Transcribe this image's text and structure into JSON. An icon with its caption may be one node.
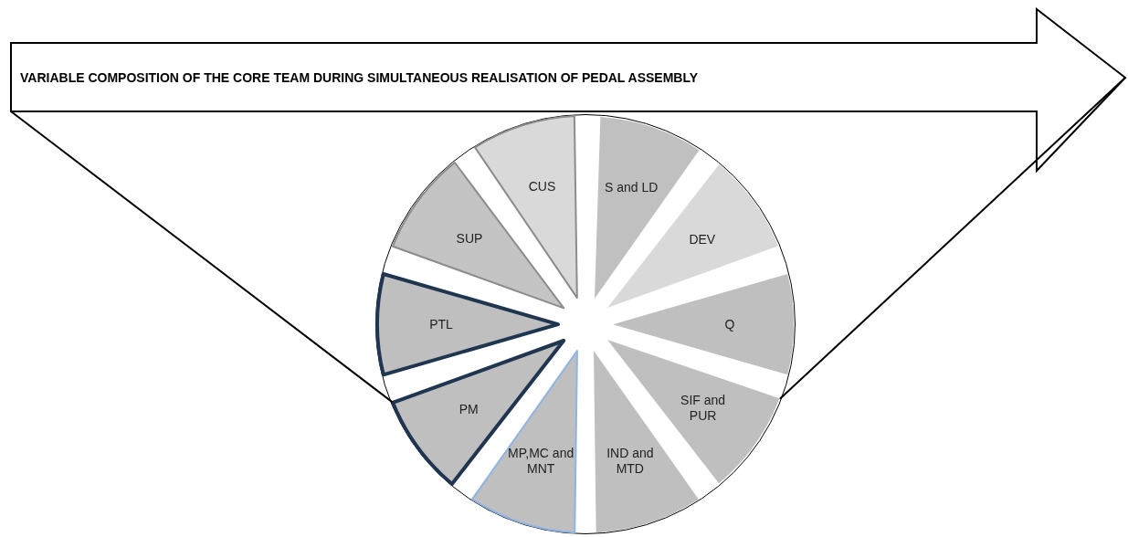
{
  "diagram": {
    "nodes": [
      {
        "text": [
          "VARIABLE COMPOSITION OF THE CORE TEAM DURING SIMULTANEOUS REALISATION OF PEDAL ASSEMBLY"
        ]
      },
      {
        "text": [],
        "shape": "circle"
      },
      {
        "text": [
          "S and LD"
        ],
        "in": 1
      },
      {
        "text": [
          "DEV"
        ],
        "in": 1
      },
      {
        "text": [
          "Q"
        ],
        "in": 1
      },
      {
        "text": [
          "SIF and PUR"
        ],
        "in": 1
      },
      {
        "text": [
          "IND and MTD"
        ],
        "in": 1
      },
      {
        "text": [
          "MP,MC and MNT"
        ],
        "in": 1
      },
      {
        "text": [
          "PM"
        ],
        "in": 1
      },
      {
        "text": [
          "PTL"
        ],
        "in": 1
      },
      {
        "text": [
          "SUP"
        ],
        "in": 1
      },
      {
        "text": [
          "CUS"
        ],
        "in": 1
      }
    ],
    "edges": [
      {
        "from": 0,
        "to": 8,
        "arrow": "none"
      },
      {
        "from": 0,
        "to": 5,
        "arrow": "none"
      }
    ]
  }
}
